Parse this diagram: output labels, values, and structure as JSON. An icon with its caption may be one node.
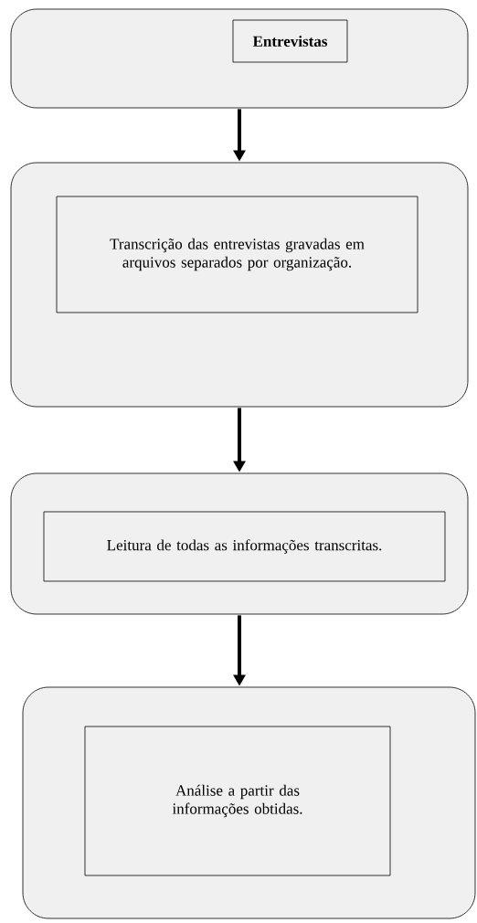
{
  "diagram": {
    "nodes": [
      {
        "text": [],
        "shape": "box"
      },
      {
        "text": [
          "Entrevistas"
        ],
        "in": 0
      },
      {
        "text": [],
        "shape": "box"
      },
      {
        "text": [
          "Transcrição das entrevistas gravadas em arquivos separados por organização."
        ],
        "in": 2
      },
      {
        "text": [],
        "shape": "box"
      },
      {
        "text": [
          "Leitura de todas as informações transcritas."
        ],
        "in": 4
      },
      {
        "text": [],
        "shape": "box"
      },
      {
        "text": [
          "Análise a partir das informações obtidas."
        ],
        "in": 6
      }
    ],
    "edges": [
      {
        "from": 0,
        "to": 2,
        "arrow": "to"
      },
      {
        "from": 2,
        "to": 4,
        "arrow": "to"
      },
      {
        "from": 4,
        "to": 6,
        "arrow": "to"
      }
    ]
  }
}
